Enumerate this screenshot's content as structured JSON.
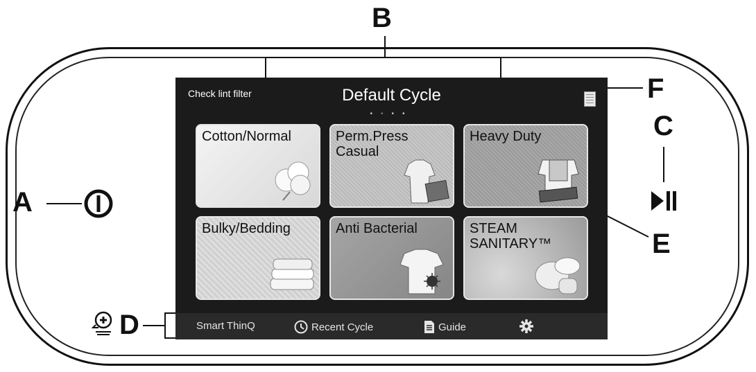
{
  "screen": {
    "lint_filter": "Check lint filter",
    "title": "Default Cycle",
    "page_dots": [
      "•",
      "•",
      "•",
      "•"
    ]
  },
  "cycles": [
    {
      "label": "Cotton/Normal"
    },
    {
      "label": "Perm.Press\nCasual"
    },
    {
      "label": "Heavy Duty"
    },
    {
      "label": "Bulky/Bedding"
    },
    {
      "label": "Anti Bacterial"
    },
    {
      "label": "STEAM\nSANITARY™"
    }
  ],
  "bottom_bar": {
    "smart_thinq": "Smart ThinQ",
    "recent_cycle": "Recent Cycle",
    "guide": "Guide"
  },
  "callouts": {
    "a": "A",
    "b": "B",
    "c": "C",
    "d": "D",
    "e": "E",
    "f": "F"
  },
  "icons": [
    "power-icon",
    "play-pause-icon",
    "smart-diagnosis-icon",
    "menu-icon",
    "clock-icon",
    "document-icon",
    "gear-icon"
  ]
}
